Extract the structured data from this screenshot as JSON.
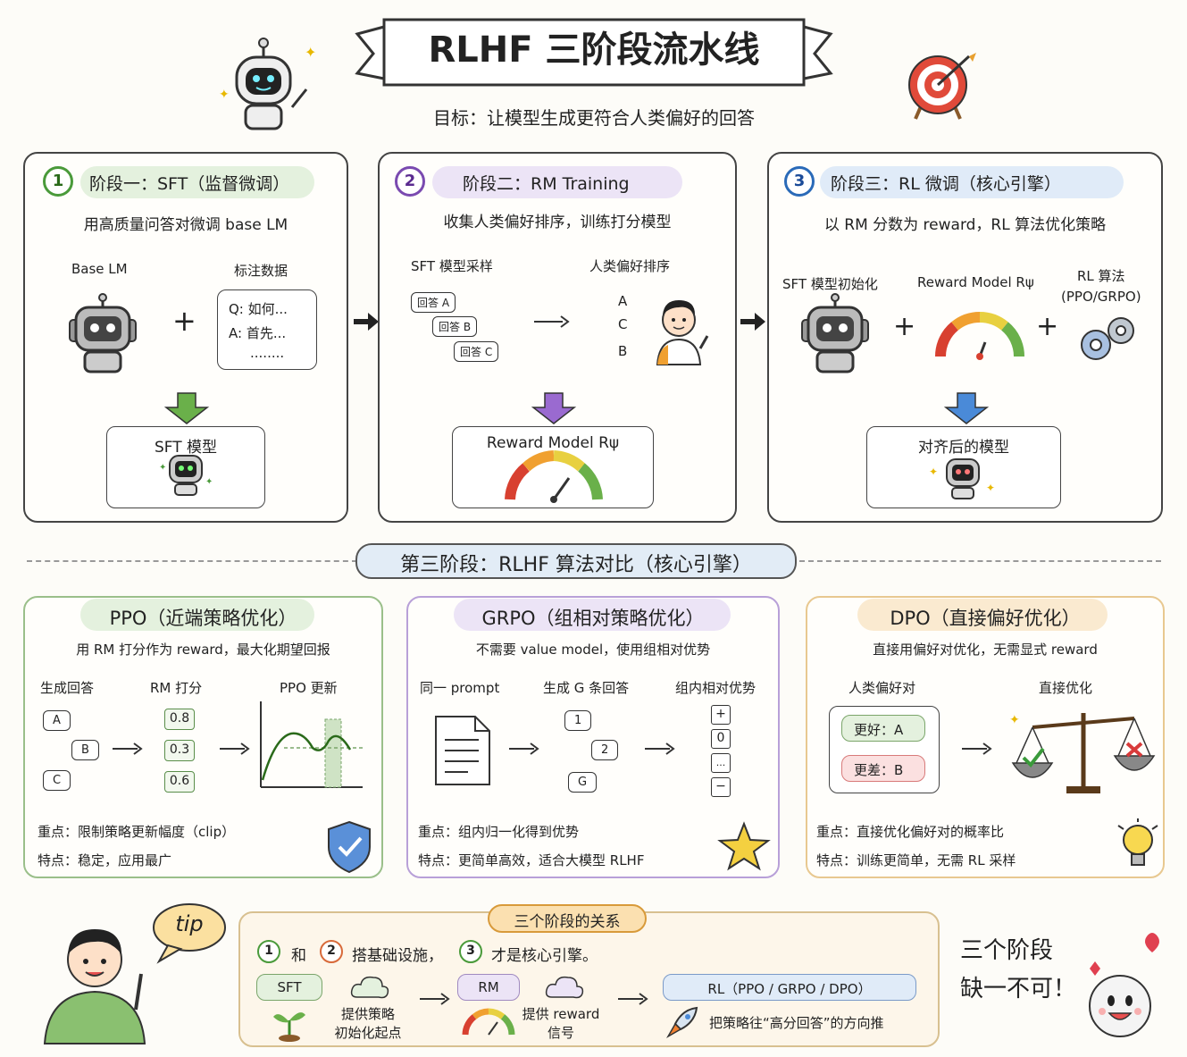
{
  "header": {
    "title": "RLHF 三阶段流水线",
    "goal": "目标：让模型生成更符合人类偏好的回答"
  },
  "stages": [
    {
      "num": "1",
      "title": "阶段一：SFT（监督微调）",
      "desc": "用高质量问答对微调 base LM",
      "left_label": "Base LM",
      "right_label": "标注数据",
      "data_lines": [
        "Q: 如何...",
        "A: 首先...",
        "........"
      ],
      "plus": "+",
      "result": "SFT 模型",
      "color": "#4a9a3a"
    },
    {
      "num": "2",
      "title": "阶段二：RM Training",
      "desc": "收集人类偏好排序，训练打分模型",
      "left_label": "SFT 模型采样",
      "right_label": "人类偏好排序",
      "samples": [
        "回答 A",
        "回答 B",
        "回答 C"
      ],
      "ranking": [
        "A",
        "C",
        "B"
      ],
      "result": "Reward Model Rψ",
      "color": "#7a4ab0"
    },
    {
      "num": "3",
      "title": "阶段三：RL 微调（核心引擎）",
      "desc": "以 RM 分数为 reward，RL 算法优化策略",
      "label_a": "SFT 模型初始化",
      "label_b": "Reward Model Rψ",
      "label_c": "RL 算法",
      "label_c2": "(PPO/GRPO)",
      "plus": "+",
      "result": "对齐后的模型",
      "color": "#2a6ab8"
    }
  ],
  "divider": "第三阶段：RLHF 算法对比（核心引擎）",
  "algos": [
    {
      "title": "PPO（近端策略优化）",
      "desc": "用 RM 打分作为 reward，最大化期望回报",
      "cols": [
        "生成回答",
        "RM 打分",
        "PPO 更新"
      ],
      "answers": [
        "A",
        "B",
        "C"
      ],
      "scores": [
        "0.8",
        "0.3",
        "0.6"
      ],
      "point1": "重点：限制策略更新幅度（clip）",
      "point2": "特点：稳定，应用最广",
      "color": "#5a9a4a"
    },
    {
      "title": "GRPO（组相对策略优化）",
      "desc": "不需要 value model，使用组相对优势",
      "cols": [
        "同一 prompt",
        "生成 G 条回答",
        "组内相对优势"
      ],
      "answers": [
        "1",
        "2",
        "G"
      ],
      "adv": [
        "+",
        "0",
        "...",
        "−"
      ],
      "point1": "重点：组内归一化得到优势",
      "point2": "特点：更简单高效，适合大模型 RLHF",
      "color": "#8a5ac0"
    },
    {
      "title": "DPO（直接偏好优化）",
      "desc": "直接用偏好对优化，无需显式 reward",
      "cols": [
        "人类偏好对",
        "直接优化"
      ],
      "better": "更好：A",
      "worse": "更差：B",
      "point1": "重点：直接优化偏好对的概率比",
      "point2": "特点：训练更简单，无需 RL 采样",
      "color": "#d89a3a"
    }
  ],
  "bottom": {
    "tip": "tip",
    "box_title": "三个阶段的关系",
    "n1": "1",
    "and": "和",
    "n2": "2",
    "infra": "搭基础设施，",
    "n3": "3",
    "core": "才是核心引擎。",
    "sft": "SFT",
    "sft_desc1": "提供策略",
    "sft_desc2": "初始化起点",
    "rm": "RM",
    "rm_desc1": "提供 reward",
    "rm_desc2": "信号",
    "rl": "RL（PPO / GRPO / DPO）",
    "rl_desc": "把策略往“高分回答”的方向推",
    "side1": "三个阶段",
    "side2": "缺一不可！"
  },
  "colors": {
    "green": "#4a9a3a",
    "purple": "#7a4ab0",
    "blue": "#2a6ab8",
    "orange": "#d89a3a"
  }
}
